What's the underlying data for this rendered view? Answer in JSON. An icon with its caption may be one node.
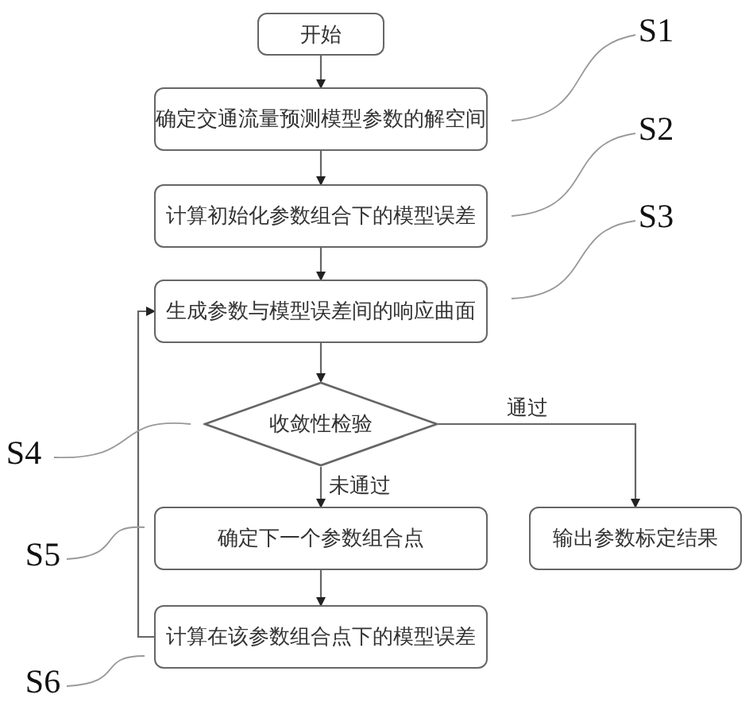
{
  "diagram": {
    "nodes": [
      {
        "text": [
          "开始"
        ]
      },
      {
        "text": [
          "确定交通流量预测模型参数的解空间"
        ]
      },
      {
        "text": [
          "计算初始化参数组合下的模型误差"
        ]
      },
      {
        "text": [
          "生成参数与模型误差间的响应曲面"
        ]
      },
      {
        "text": [
          "收敛性检验"
        ]
      },
      {
        "text": [
          "确定下一个参数组合点"
        ]
      },
      {
        "text": [
          "输出参数标定结果"
        ]
      },
      {
        "text": [
          "计算在该参数组合点下的模型误差"
        ]
      },
      {
        "text": [
          "S1"
        ]
      },
      {
        "text": [
          "S2"
        ]
      },
      {
        "text": [
          "S3"
        ]
      },
      {
        "text": [
          "S4"
        ]
      },
      {
        "text": [
          "S5"
        ]
      },
      {
        "text": [
          "S6"
        ]
      }
    ],
    "edges": [
      {
        "from": 0,
        "to": 1,
        "arrow": "to"
      },
      {
        "from": 1,
        "to": 2,
        "arrow": "to"
      },
      {
        "from": 2,
        "to": 3,
        "arrow": "to"
      },
      {
        "from": 3,
        "to": 4,
        "arrow": "to"
      },
      {
        "from": 4,
        "to": 6,
        "arrow": "to",
        "label": "通过"
      },
      {
        "from": 4,
        "to": 5,
        "arrow": "to",
        "label": "未通过"
      },
      {
        "from": 5,
        "to": 7,
        "arrow": "to"
      },
      {
        "from": 7,
        "to": 3,
        "arrow": "to"
      },
      {
        "from": 8,
        "to": 1,
        "arrow": "none"
      },
      {
        "from": 9,
        "to": 2,
        "arrow": "none"
      },
      {
        "from": 10,
        "to": 3,
        "arrow": "none"
      },
      {
        "from": 11,
        "to": 4,
        "arrow": "none"
      },
      {
        "from": 12,
        "to": 5,
        "arrow": "none"
      },
      {
        "from": 13,
        "to": 7,
        "arrow": "none"
      }
    ]
  }
}
